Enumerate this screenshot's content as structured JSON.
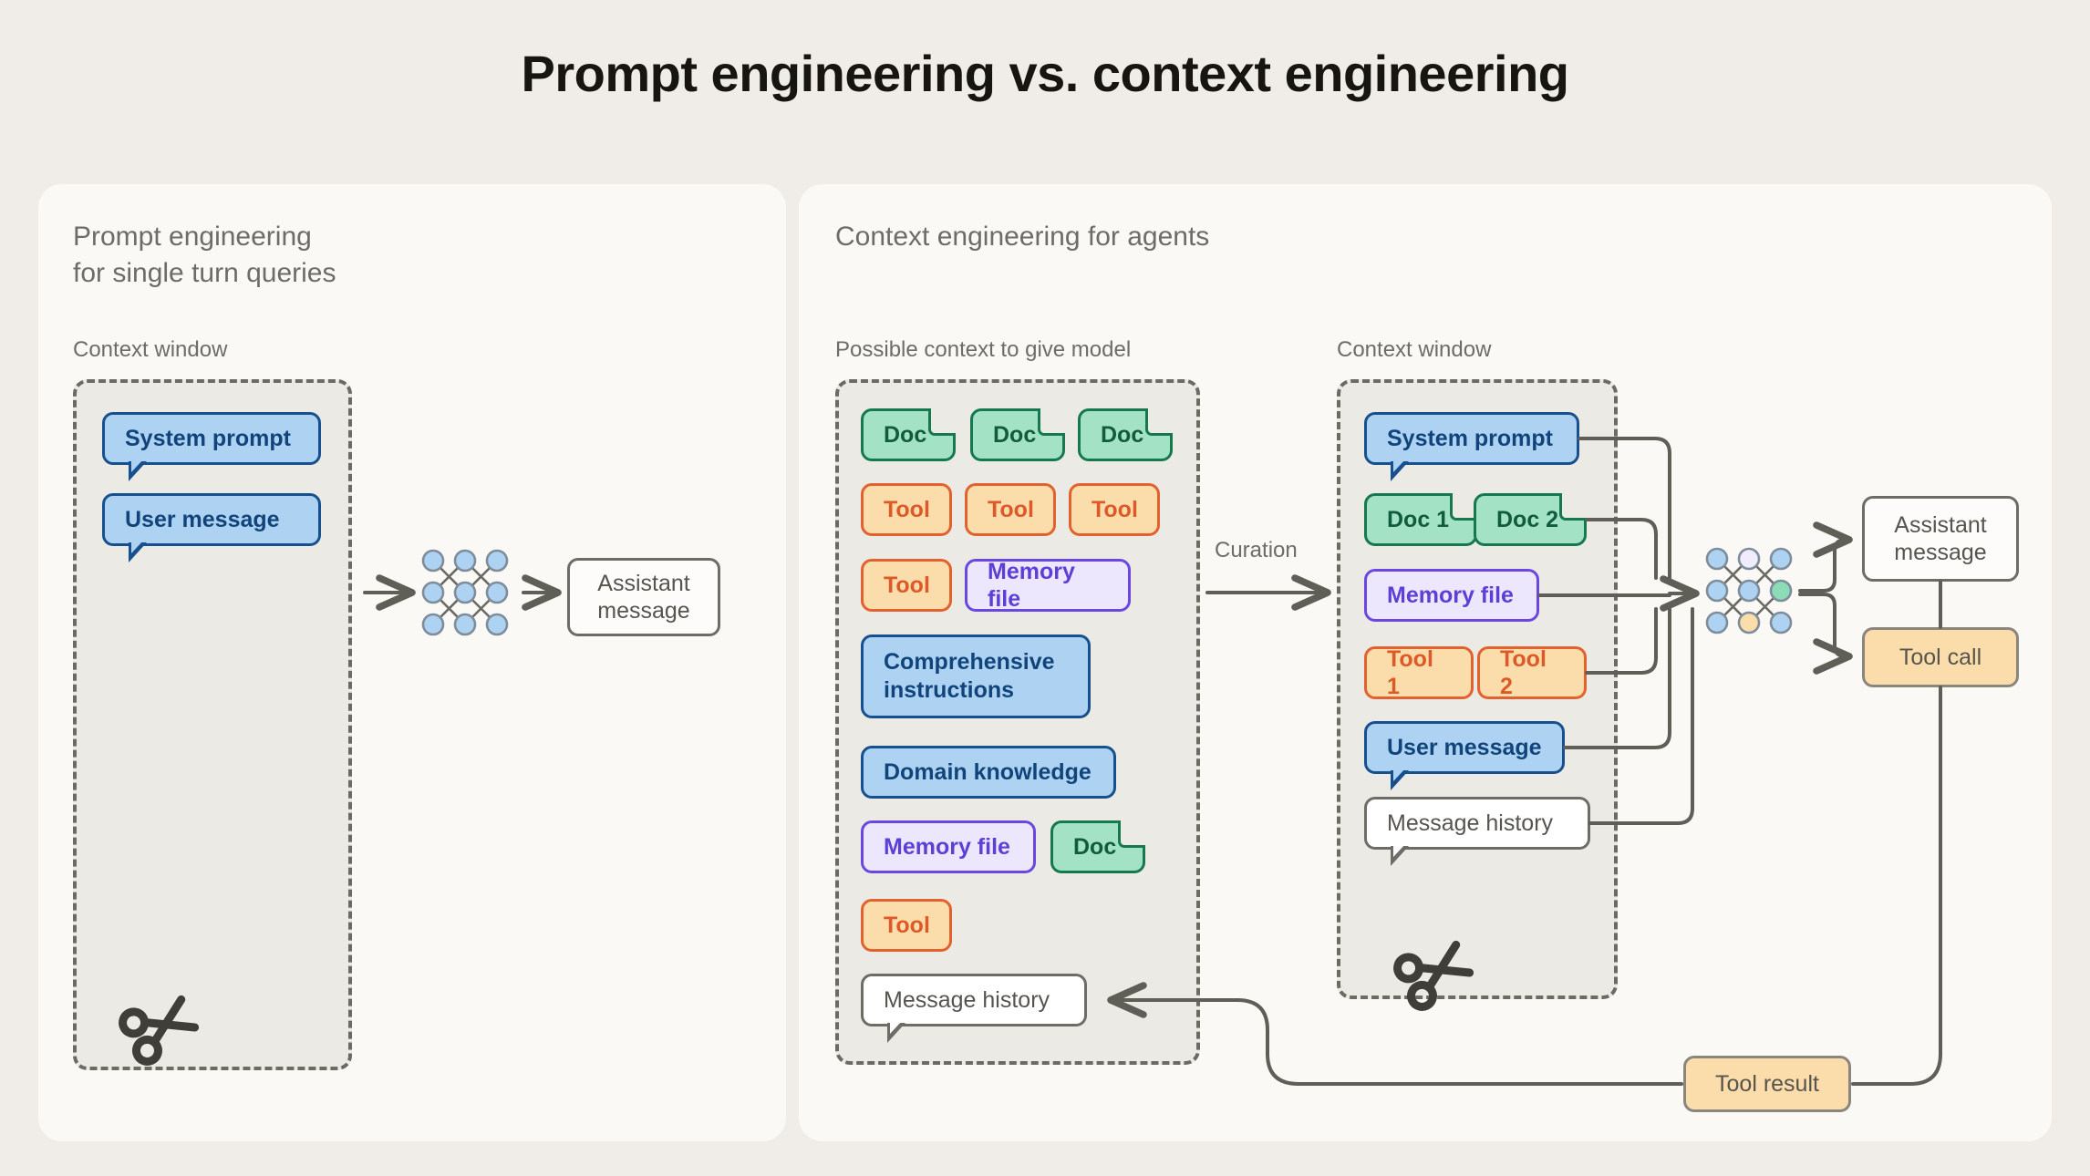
{
  "page": {
    "title": "Prompt engineering vs. context engineering",
    "bg": "#f0ede8",
    "panel_bg": "#faf9f6"
  },
  "colors": {
    "blue_fill": "#aed3f2",
    "blue_line": "#17508f",
    "green_fill": "#a4e2c5",
    "green_line": "#15784f",
    "orange_fill": "#fbdcab",
    "orange_line": "#e2622f",
    "purple_fill": "#ece7fd",
    "purple_line": "#6a48e0",
    "gray_line": "#6b6a63",
    "text_gray": "#6d6c66"
  },
  "left_panel": {
    "title": "Prompt engineering\nfor single turn queries",
    "context_window_label": "Context window",
    "items": [
      {
        "label": "System prompt",
        "kind": "blue-bubble"
      },
      {
        "label": "User message",
        "kind": "blue-bubble"
      }
    ],
    "model_icon": "neural-network-icon",
    "output": {
      "label": "Assistant\nmessage",
      "kind": "plain-box"
    },
    "cut_icon": "scissors-icon"
  },
  "right_panel": {
    "title": "Context engineering for agents",
    "possible_context_label": "Possible context to give model",
    "context_window_label": "Context window",
    "curation_label": "Curation",
    "possible_context_items": [
      {
        "label": "Doc",
        "kind": "green-doc"
      },
      {
        "label": "Doc",
        "kind": "green-doc"
      },
      {
        "label": "Doc",
        "kind": "green-doc"
      },
      {
        "label": "Tool",
        "kind": "orange"
      },
      {
        "label": "Tool",
        "kind": "orange"
      },
      {
        "label": "Tool",
        "kind": "orange"
      },
      {
        "label": "Tool",
        "kind": "orange"
      },
      {
        "label": "Memory file",
        "kind": "purple"
      },
      {
        "label": "Comprehensive\ninstructions",
        "kind": "blue"
      },
      {
        "label": "Domain knowledge",
        "kind": "blue"
      },
      {
        "label": "Memory file",
        "kind": "purple"
      },
      {
        "label": "Doc",
        "kind": "green-doc"
      },
      {
        "label": "Tool",
        "kind": "orange"
      },
      {
        "label": "Message history",
        "kind": "white-bubble"
      }
    ],
    "context_window_items": [
      {
        "label": "System prompt",
        "kind": "blue-bubble"
      },
      {
        "label": "Doc 1",
        "kind": "green-doc"
      },
      {
        "label": "Doc 2",
        "kind": "green-doc"
      },
      {
        "label": "Memory file",
        "kind": "purple"
      },
      {
        "label": "Tool 1",
        "kind": "orange"
      },
      {
        "label": "Tool 2",
        "kind": "orange"
      },
      {
        "label": "User message",
        "kind": "blue-bubble"
      },
      {
        "label": "Message history",
        "kind": "white-bubble"
      }
    ],
    "model_icon": "neural-network-icon",
    "outputs": [
      {
        "label": "Assistant\nmessage",
        "kind": "plain-box"
      },
      {
        "label": "Tool call",
        "kind": "tan-box"
      }
    ],
    "tool_result": {
      "label": "Tool result",
      "kind": "tan-box"
    },
    "cut_icon": "scissors-icon"
  }
}
